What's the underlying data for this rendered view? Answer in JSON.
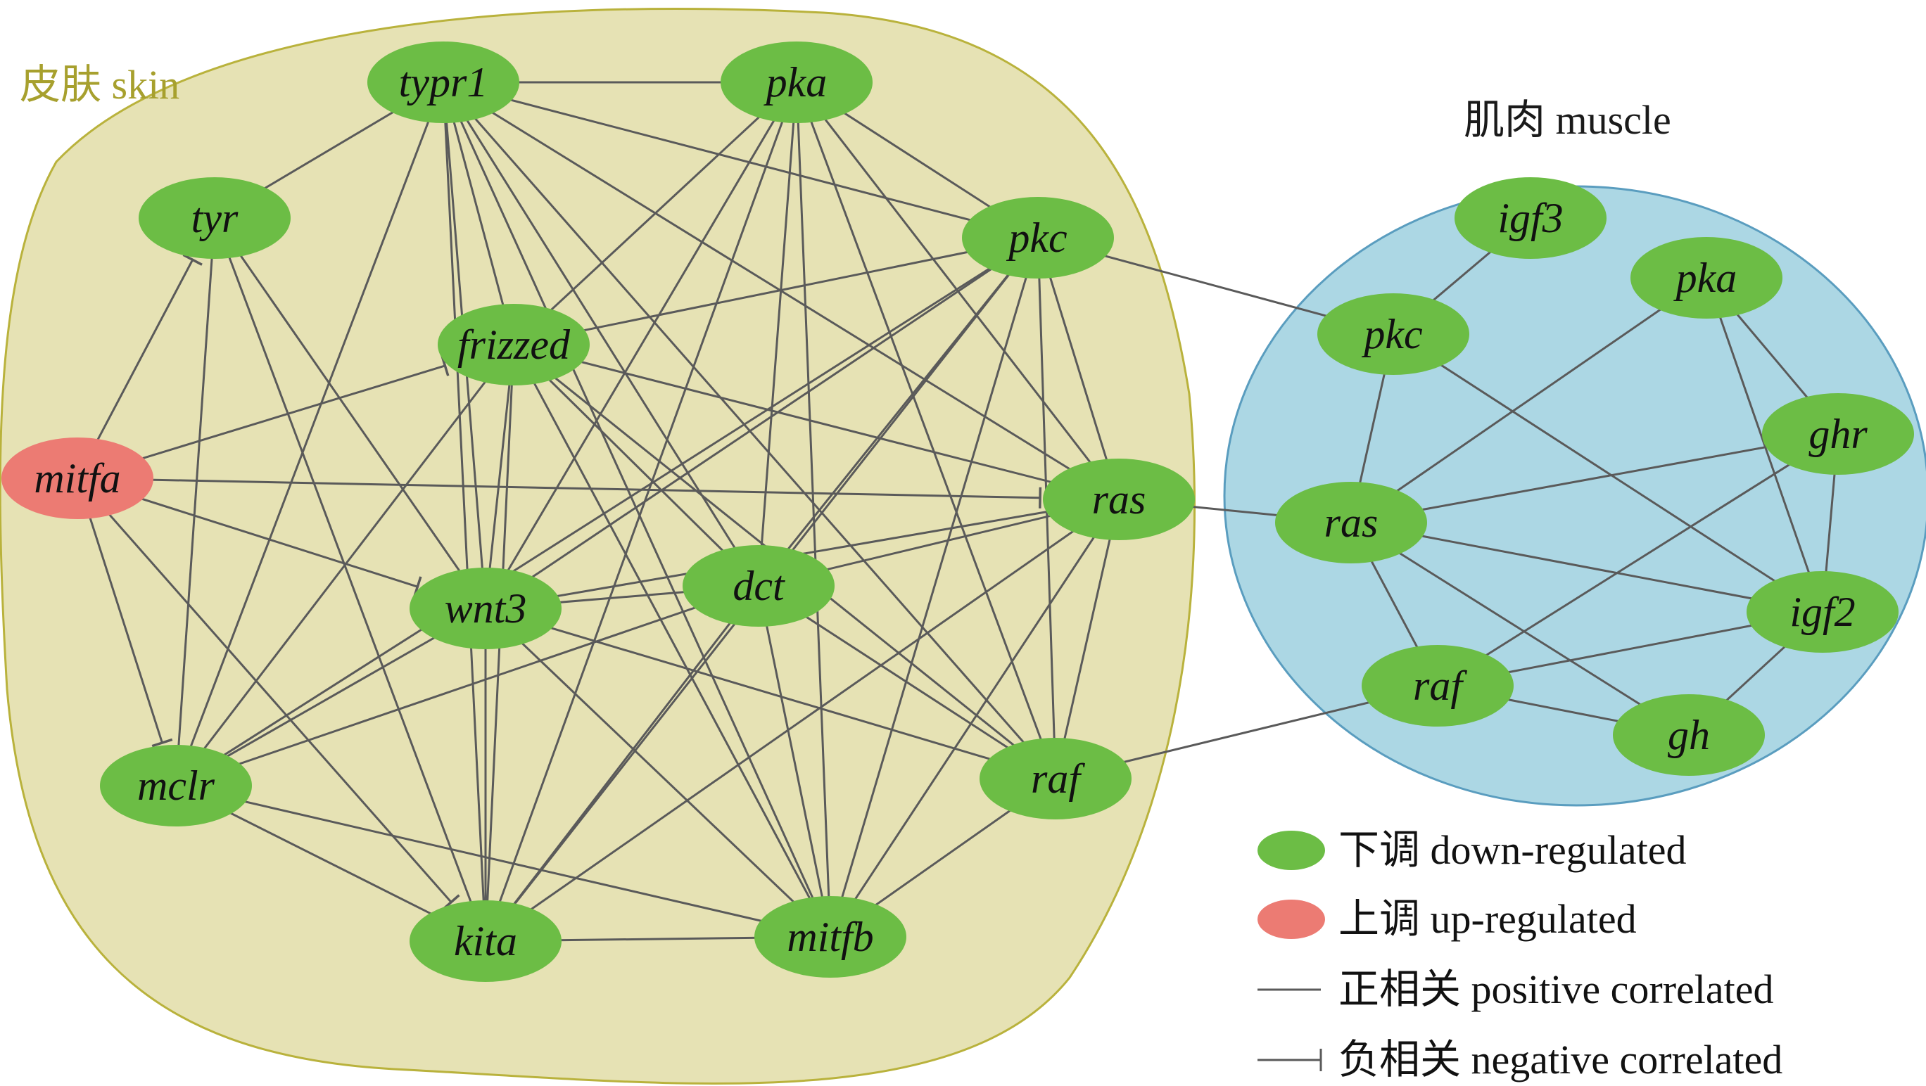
{
  "groups": {
    "skin": {
      "label": "皮肤 skin",
      "fill": "#e6e2b4",
      "stroke": "#b9b23c",
      "label_color": "#a7a02e"
    },
    "muscle": {
      "label": "肌肉 muscle",
      "fill": "#acd7e4",
      "stroke": "#5a9dbf",
      "label_color": "#1a1a1a"
    }
  },
  "colors": {
    "down": "#6cbd45",
    "up": "#ec7b73",
    "edge": "#5a5a5a"
  },
  "nodes": {
    "s_typr1": {
      "label": "typr1",
      "status": "down",
      "group": "skin"
    },
    "s_pka": {
      "label": "pka",
      "status": "down",
      "group": "skin"
    },
    "s_tyr": {
      "label": "tyr",
      "status": "down",
      "group": "skin"
    },
    "s_pkc": {
      "label": "pkc",
      "status": "down",
      "group": "skin"
    },
    "s_frizzed": {
      "label": "frizzed",
      "status": "down",
      "group": "skin"
    },
    "s_mitfa": {
      "label": "mitfa",
      "status": "up",
      "group": "skin"
    },
    "s_ras": {
      "label": "ras",
      "status": "down",
      "group": "skin"
    },
    "s_wnt3": {
      "label": "wnt3",
      "status": "down",
      "group": "skin"
    },
    "s_dct": {
      "label": "dct",
      "status": "down",
      "group": "skin"
    },
    "s_mclr": {
      "label": "mclr",
      "status": "down",
      "group": "skin"
    },
    "s_raf": {
      "label": "raf",
      "status": "down",
      "group": "skin"
    },
    "s_kita": {
      "label": "kita",
      "status": "down",
      "group": "skin"
    },
    "s_mitfb": {
      "label": "mitfb",
      "status": "down",
      "group": "skin"
    },
    "m_igf3": {
      "label": "igf3",
      "status": "down",
      "group": "muscle"
    },
    "m_pka": {
      "label": "pka",
      "status": "down",
      "group": "muscle"
    },
    "m_pkc": {
      "label": "pkc",
      "status": "down",
      "group": "muscle"
    },
    "m_ghr": {
      "label": "ghr",
      "status": "down",
      "group": "muscle"
    },
    "m_ras": {
      "label": "ras",
      "status": "down",
      "group": "muscle"
    },
    "m_igf2": {
      "label": "igf2",
      "status": "down",
      "group": "muscle"
    },
    "m_raf": {
      "label": "raf",
      "status": "down",
      "group": "muscle"
    },
    "m_gh": {
      "label": "gh",
      "status": "down",
      "group": "muscle"
    }
  },
  "edges": [
    [
      "s_typr1",
      "s_pka",
      "positive"
    ],
    [
      "s_typr1",
      "s_tyr",
      "positive"
    ],
    [
      "s_typr1",
      "s_pkc",
      "positive"
    ],
    [
      "s_typr1",
      "s_ras",
      "positive"
    ],
    [
      "s_typr1",
      "s_dct",
      "positive"
    ],
    [
      "s_typr1",
      "s_wnt3",
      "positive"
    ],
    [
      "s_typr1",
      "s_kita",
      "positive"
    ],
    [
      "s_typr1",
      "s_frizzed",
      "positive"
    ],
    [
      "s_typr1",
      "s_mclr",
      "positive"
    ],
    [
      "s_typr1",
      "s_raf",
      "positive"
    ],
    [
      "s_typr1",
      "s_mitfb",
      "positive"
    ],
    [
      "s_pka",
      "s_pkc",
      "positive"
    ],
    [
      "s_pka",
      "s_frizzed",
      "positive"
    ],
    [
      "s_pka",
      "s_wnt3",
      "positive"
    ],
    [
      "s_pka",
      "s_dct",
      "positive"
    ],
    [
      "s_pka",
      "s_ras",
      "positive"
    ],
    [
      "s_pka",
      "s_raf",
      "positive"
    ],
    [
      "s_pka",
      "s_mitfb",
      "positive"
    ],
    [
      "s_pka",
      "s_kita",
      "positive"
    ],
    [
      "s_tyr",
      "s_mclr",
      "positive"
    ],
    [
      "s_tyr",
      "s_wnt3",
      "positive"
    ],
    [
      "s_tyr",
      "s_kita",
      "positive"
    ],
    [
      "s_pkc",
      "s_frizzed",
      "positive"
    ],
    [
      "s_pkc",
      "s_wnt3",
      "positive"
    ],
    [
      "s_pkc",
      "s_dct",
      "positive"
    ],
    [
      "s_pkc",
      "s_ras",
      "positive"
    ],
    [
      "s_pkc",
      "s_raf",
      "positive"
    ],
    [
      "s_pkc",
      "s_mclr",
      "positive"
    ],
    [
      "s_pkc",
      "s_mitfb",
      "positive"
    ],
    [
      "s_pkc",
      "s_kita",
      "positive"
    ],
    [
      "s_frizzed",
      "s_ras",
      "positive"
    ],
    [
      "s_frizzed",
      "s_wnt3",
      "positive"
    ],
    [
      "s_frizzed",
      "s_dct",
      "positive"
    ],
    [
      "s_frizzed",
      "s_kita",
      "positive"
    ],
    [
      "s_frizzed",
      "s_mclr",
      "positive"
    ],
    [
      "s_frizzed",
      "s_mitfb",
      "positive"
    ],
    [
      "s_frizzed",
      "s_raf",
      "positive"
    ],
    [
      "s_ras",
      "s_wnt3",
      "positive"
    ],
    [
      "s_ras",
      "s_dct",
      "positive"
    ],
    [
      "s_ras",
      "s_kita",
      "positive"
    ],
    [
      "s_ras",
      "s_raf",
      "positive"
    ],
    [
      "s_ras",
      "s_mitfb",
      "positive"
    ],
    [
      "s_wnt3",
      "s_dct",
      "positive"
    ],
    [
      "s_wnt3",
      "s_mclr",
      "positive"
    ],
    [
      "s_wnt3",
      "s_kita",
      "positive"
    ],
    [
      "s_wnt3",
      "s_raf",
      "positive"
    ],
    [
      "s_wnt3",
      "s_mitfb",
      "positive"
    ],
    [
      "s_dct",
      "s_mclr",
      "positive"
    ],
    [
      "s_dct",
      "s_kita",
      "positive"
    ],
    [
      "s_dct",
      "s_mitfb",
      "positive"
    ],
    [
      "s_dct",
      "s_raf",
      "positive"
    ],
    [
      "s_mclr",
      "s_kita",
      "positive"
    ],
    [
      "s_mclr",
      "s_mitfb",
      "positive"
    ],
    [
      "s_raf",
      "s_mitfb",
      "positive"
    ],
    [
      "s_kita",
      "s_mitfb",
      "positive"
    ],
    [
      "s_mitfa",
      "s_tyr",
      "negative"
    ],
    [
      "s_mitfa",
      "s_frizzed",
      "negative"
    ],
    [
      "s_mitfa",
      "s_ras",
      "negative"
    ],
    [
      "s_mitfa",
      "s_wnt3",
      "negative"
    ],
    [
      "s_mitfa",
      "s_mclr",
      "negative"
    ],
    [
      "s_mitfa",
      "s_kita",
      "negative"
    ],
    [
      "m_igf3",
      "m_pkc",
      "positive"
    ],
    [
      "m_pkc",
      "m_ras",
      "positive"
    ],
    [
      "m_pkc",
      "m_igf2",
      "positive"
    ],
    [
      "m_pka",
      "m_ghr",
      "positive"
    ],
    [
      "m_pka",
      "m_igf2",
      "positive"
    ],
    [
      "m_pka",
      "m_ras",
      "positive"
    ],
    [
      "m_ras",
      "m_ghr",
      "positive"
    ],
    [
      "m_ras",
      "m_igf2",
      "positive"
    ],
    [
      "m_ras",
      "m_raf",
      "positive"
    ],
    [
      "m_ras",
      "m_gh",
      "positive"
    ],
    [
      "m_ghr",
      "m_igf2",
      "positive"
    ],
    [
      "m_ghr",
      "m_raf",
      "positive"
    ],
    [
      "m_igf2",
      "m_raf",
      "positive"
    ],
    [
      "m_igf2",
      "m_gh",
      "positive"
    ],
    [
      "m_raf",
      "m_gh",
      "positive"
    ],
    [
      "s_pkc",
      "m_pkc",
      "positive"
    ],
    [
      "s_ras",
      "m_ras",
      "positive"
    ],
    [
      "s_raf",
      "m_raf",
      "positive"
    ]
  ],
  "legend": {
    "down": "下调 down-regulated",
    "up": "上调 up-regulated",
    "positive": "正相关 positive correlated",
    "negative": "负相关 negative correlated"
  }
}
